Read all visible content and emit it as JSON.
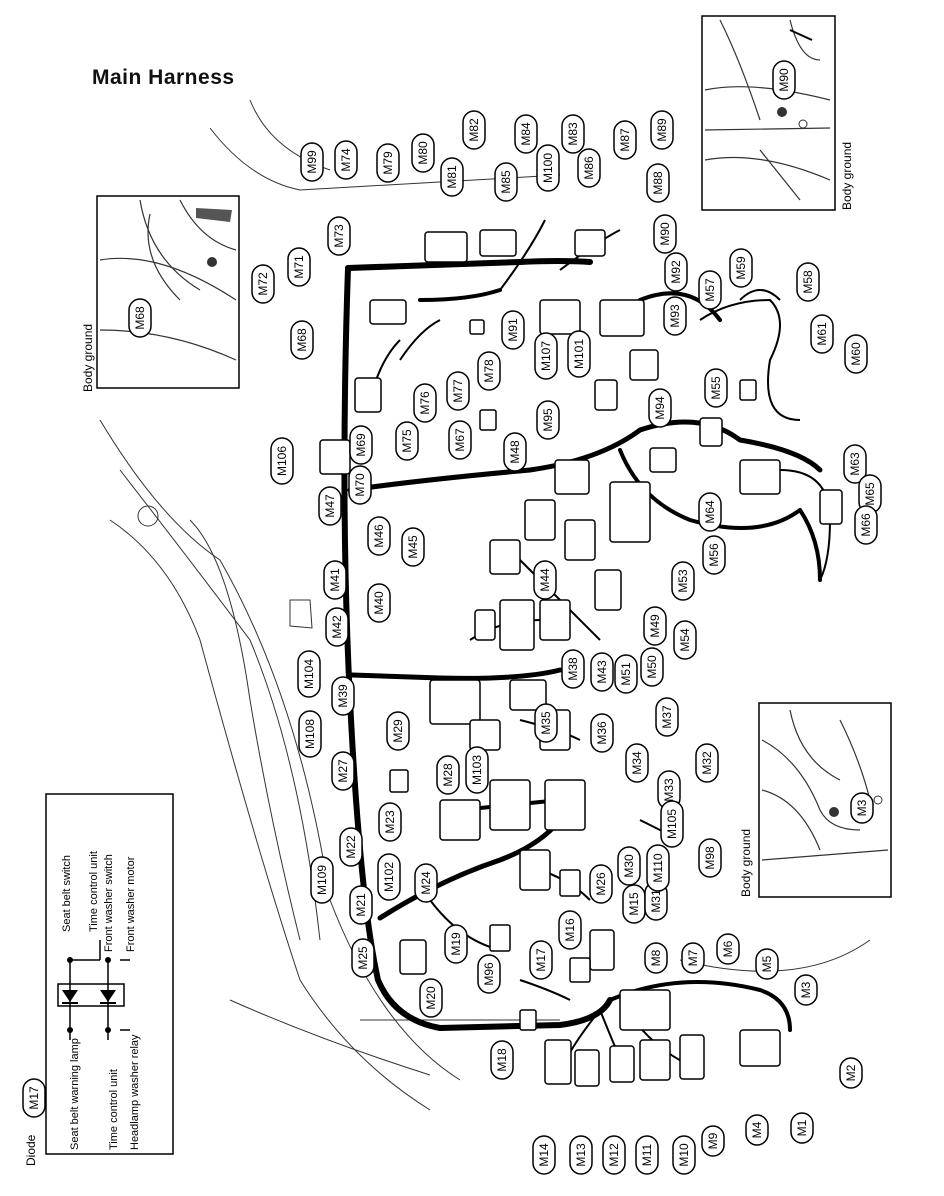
{
  "title": "Main Harness",
  "insets": {
    "left_top": {
      "connector": "M68",
      "caption": "Body ground"
    },
    "right_top": {
      "connector": "M90",
      "caption": "Body ground"
    },
    "right_mid": {
      "connector": "M3",
      "caption": "Body ground"
    }
  },
  "diode": {
    "caption": "Diode",
    "connector": "M17",
    "left_labels": [
      "Seat belt warning lamp",
      "Time control unit",
      "Headlamp washer relay"
    ],
    "right_labels": [
      "Seat belt switch",
      "Time control unit",
      "Front washer switch",
      "Front washer motor"
    ]
  },
  "connectors": [
    "M1",
    "M2",
    "M3",
    "M4",
    "M5",
    "M6",
    "M7",
    "M8",
    "M9",
    "M10",
    "M11",
    "M12",
    "M13",
    "M14",
    "M15",
    "M16",
    "M17",
    "M18",
    "M19",
    "M20",
    "M21",
    "M22",
    "M23",
    "M24",
    "M25",
    "M26",
    "M27",
    "M28",
    "M29",
    "M30",
    "M31",
    "M32",
    "M33",
    "M34",
    "M35",
    "M36",
    "M37",
    "M38",
    "M39",
    "M40",
    "M41",
    "M42",
    "M43",
    "M44",
    "M45",
    "M46",
    "M47",
    "M48",
    "M49",
    "M50",
    "M51",
    "M53",
    "M54",
    "M55",
    "M56",
    "M57",
    "M58",
    "M59",
    "M60",
    "M61",
    "M63",
    "M64",
    "M65",
    "M66",
    "M67",
    "M68",
    "M69",
    "M70",
    "M71",
    "M72",
    "M73",
    "M74",
    "M75",
    "M76",
    "M77",
    "M78",
    "M79",
    "M80",
    "M81",
    "M82",
    "M83",
    "M84",
    "M85",
    "M86",
    "M87",
    "M88",
    "M89",
    "M90",
    "M91",
    "M92",
    "M93",
    "M94",
    "M95",
    "M96",
    "M98",
    "M99",
    "M100",
    "M101",
    "M102",
    "M103",
    "M104",
    "M105",
    "M106",
    "M107",
    "M108",
    "M109",
    "M110"
  ]
}
